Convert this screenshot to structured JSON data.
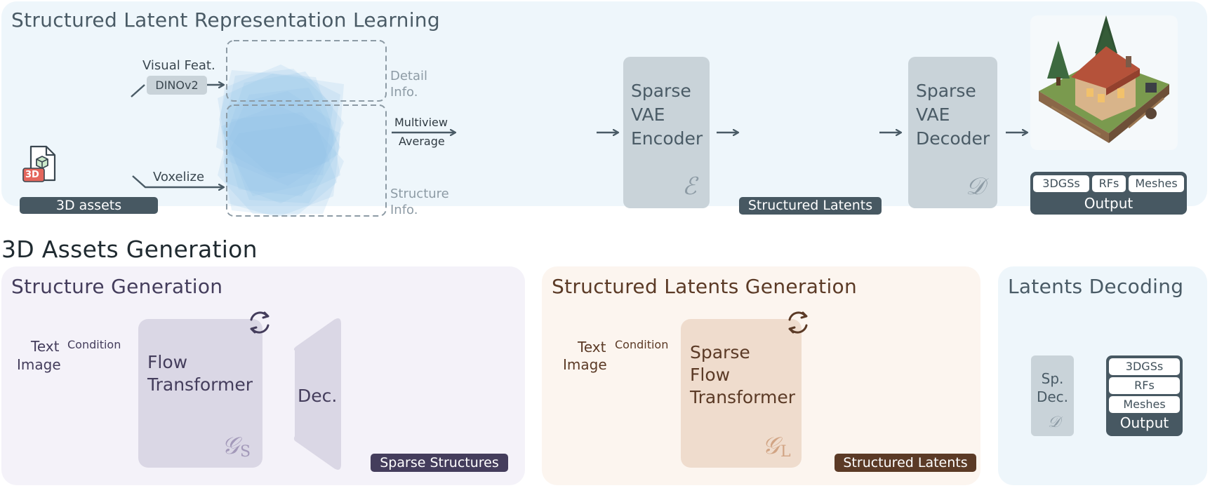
{
  "top": {
    "title": "Structured Latent Representation Learning",
    "visual_feat": "Visual Feat.",
    "dino": "DINOv2",
    "voxelize": "Voxelize",
    "detail_info": [
      "Detail",
      "Info."
    ],
    "structure_info": [
      "Structure",
      "Info."
    ],
    "multiview": "Multiview",
    "average": "Average",
    "asset_icon_text": "3D",
    "assets_label": "3D assets",
    "encoder": [
      "Sparse",
      "VAE",
      "Encoder"
    ],
    "encoder_symbol": "ℰ",
    "decoder": [
      "Sparse",
      "VAE",
      "Decoder"
    ],
    "decoder_symbol": "𝒟",
    "structured_latents": "Structured Latents",
    "output_chips": [
      "3DGSs",
      "RFs",
      "Meshes"
    ],
    "output_label": "Output"
  },
  "section_title": "3D Assets Generation",
  "structure_gen": {
    "title": "Structure Generation",
    "text": "Text",
    "image": "Image",
    "condition": "Condition",
    "model": [
      "Flow",
      "Transformer"
    ],
    "symbol": "𝒢",
    "subscript": "S",
    "dec": "Dec.",
    "tag": "Sparse Structures"
  },
  "latents_gen": {
    "title": "Structured Latents Generation",
    "text": "Text",
    "image": "Image",
    "condition": "Condition",
    "model": [
      "Sparse",
      "Flow",
      "Transformer"
    ],
    "symbol": "𝒢",
    "subscript": "L",
    "tag": "Structured Latents"
  },
  "latents_dec": {
    "title": "Latents Decoding",
    "dec": [
      "Sp.",
      "Dec."
    ],
    "symbol": "𝒟",
    "output_chips": [
      "3DGSs",
      "RFs",
      "Meshes"
    ],
    "output_label": "Output"
  },
  "colors": {
    "top_bg": "#eef6fb",
    "struct_bg": "#f4f2f9",
    "latent_bg": "#fcf5ef",
    "decode_bg": "#eef6fb",
    "slate": "#4a5b66",
    "purple": "#443d5c",
    "brown": "#5b3a26"
  }
}
